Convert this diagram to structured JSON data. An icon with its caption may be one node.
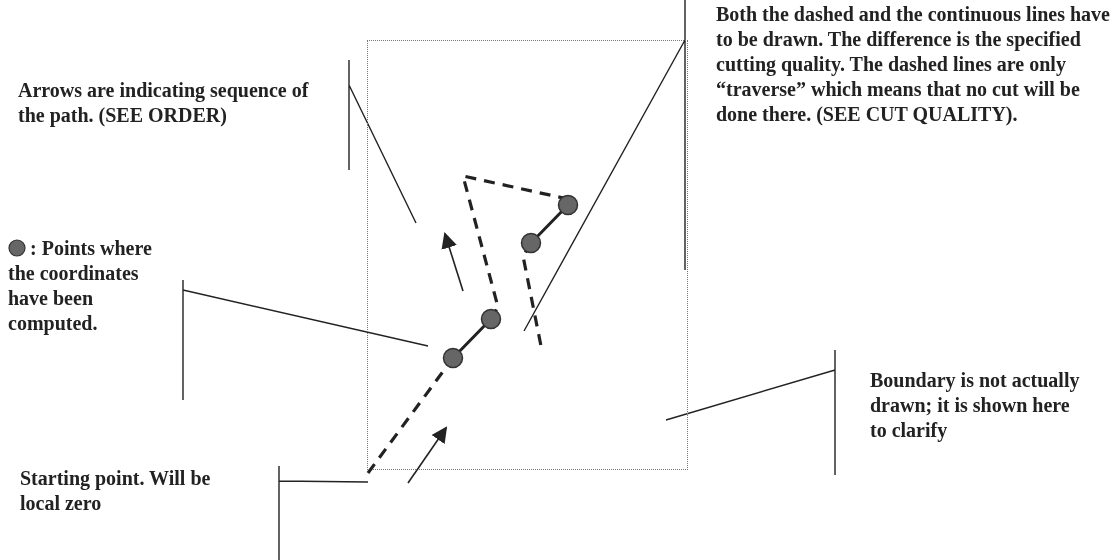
{
  "diagram": {
    "nodes": [
      {
        "text": [
          "Arrows are indicating sequence of the path. (SEE ORDER)"
        ]
      },
      {
        "text": [
          "Both the dashed and the continuous lines have to be drawn. The difference is the specified cutting quality. The dashed lines are only “traverse” which means that no cut will be done there. (SEE CUT QUALITY)."
        ]
      },
      {
        "text": [
          ": Points where the coordinates have been computed."
        ]
      },
      {
        "text": [
          "Boundary is not actually drawn; it is shown here to clarify"
        ]
      },
      {
        "text": [
          "Starting point. Will be local zero"
        ]
      },
      {
        "text": [],
        "shape": "box"
      },
      {
        "text": [],
        "shape": "picture",
        "in": 5
      }
    ],
    "edges": [
      {
        "from": 0,
        "to": 6,
        "arrow": "none"
      },
      {
        "from": 1,
        "to": 6,
        "arrow": "none"
      },
      {
        "from": 2,
        "to": 6,
        "arrow": "none"
      },
      {
        "from": 3,
        "to": 5,
        "arrow": "none"
      },
      {
        "from": 4,
        "to": 6,
        "arrow": "none"
      }
    ]
  }
}
